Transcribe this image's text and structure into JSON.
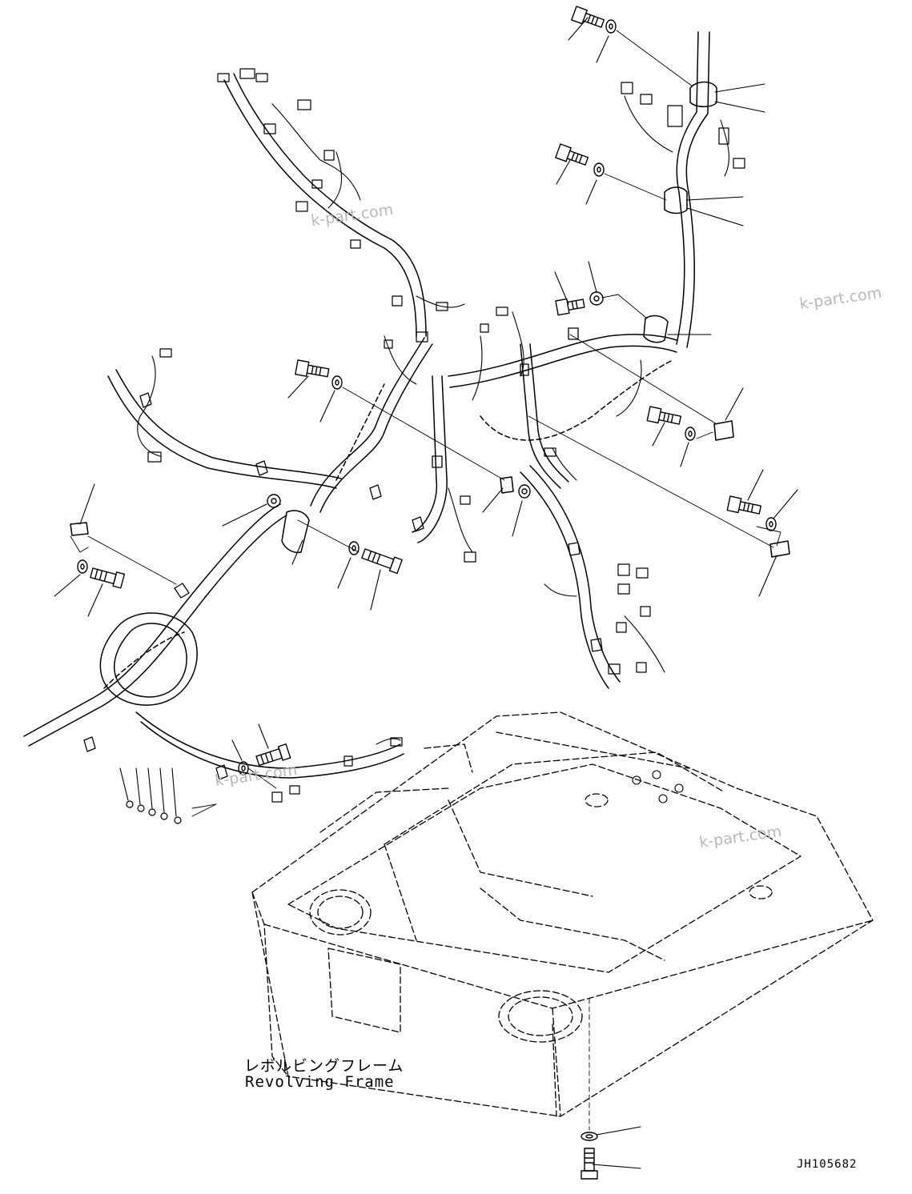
{
  "labels": {
    "frame_jp": "レボルビングフレーム",
    "frame_en": "Revolving Frame",
    "drawing_id": "JH105682"
  },
  "watermarks": [
    "k-part.com",
    "k-part.com",
    "k-part.com",
    "k-part.com"
  ],
  "colors": {
    "line": "#000000",
    "watermark": "#b8b8b8",
    "background": "#ffffff"
  }
}
